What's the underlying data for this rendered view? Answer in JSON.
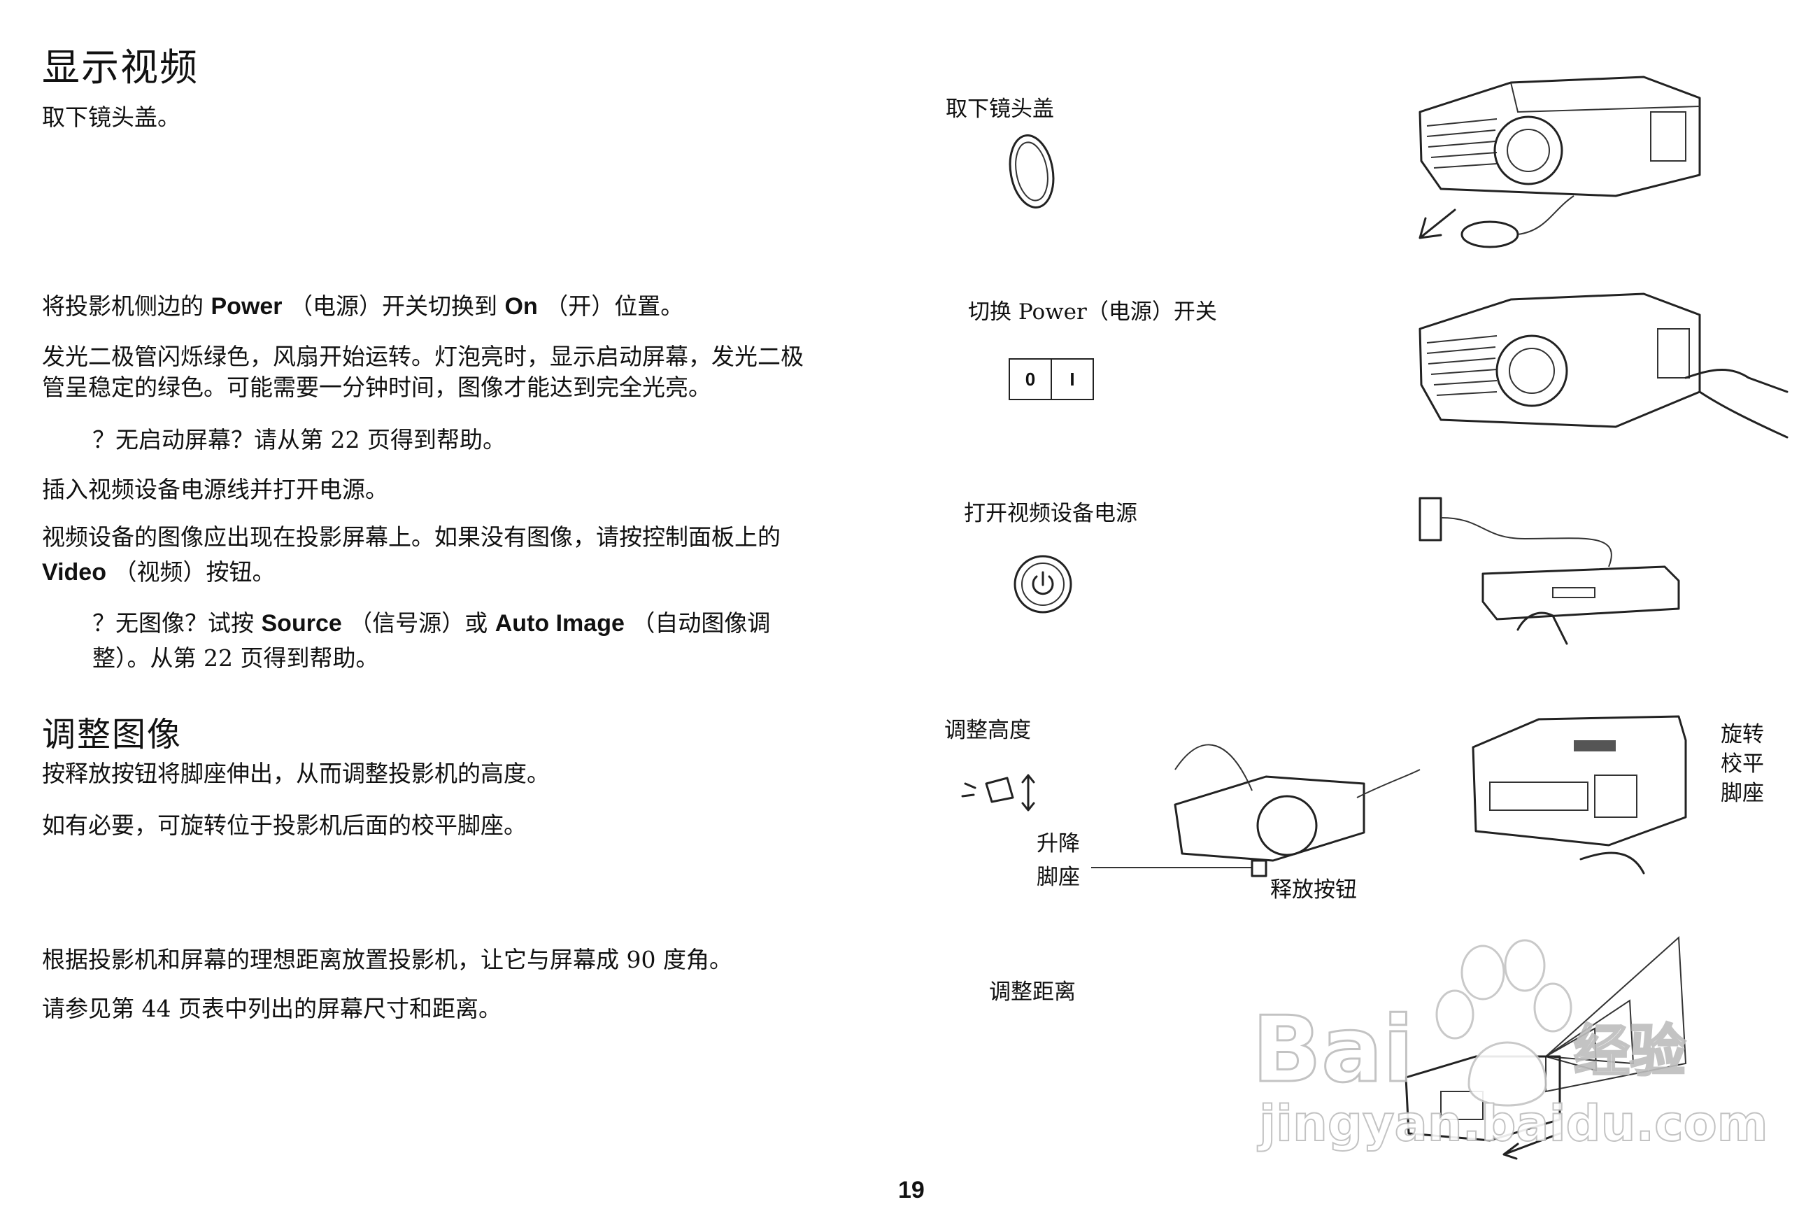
{
  "sections": {
    "display_video": {
      "title": "显示视频",
      "step1": "取下镜头盖。",
      "step2": {
        "pre": "将投影机侧边的 ",
        "b1": "Power",
        "mid": " （电源）开关切换到 ",
        "b2": "On",
        "post": " （开）位置。"
      },
      "step2_desc_line1": "发光二极管闪烁绿色，风扇开始运转。灯泡亮时，显示启动屏幕，发光二极",
      "step2_desc_line2": "管呈稳定的绿色。可能需要一分钟时间，图像才能达到完全光亮。",
      "note1": "？无启动屏幕？请从第  22 页得到帮助。",
      "step3": "插入视频设备电源线并打开电源。",
      "step3_desc_line1": "视频设备的图像应出现在投影屏幕上。如果没有图像，请按控制面板上的",
      "step3_desc_line2": {
        "b": "Video",
        "post": " （视频）按钮。"
      },
      "note2": {
        "pre": "？无图像？试按 ",
        "b1": "Source",
        "mid": " （信号源）或 ",
        "b2": "Auto Image",
        "post": " （自动图像调"
      },
      "note2_line2": "整）。从第  22 页得到帮助。"
    },
    "adjust_image": {
      "title": "调整图像",
      "step1": "按释放按钮将脚座伸出，从而调整投影机的高度。",
      "step2": "如有必要，可旋转位于投影机后面的校平脚座。",
      "step3": "根据投影机和屏幕的理想距离放置投影机，让它与屏幕成 90 度角。",
      "step4": "请参见第  44 页表中列出的屏幕尺寸和距离。"
    }
  },
  "figures": {
    "remove_lens_cap": "取下镜头盖",
    "switch_power": "切换 Power（电源）开关",
    "switch_labels": [
      "0",
      "I"
    ],
    "turn_on_video": "打开视频设备电源",
    "adjust_height": "调整高度",
    "elevator_foot": [
      "升降",
      "脚座"
    ],
    "release_button": "释放按钮",
    "leveling_foot": [
      "旋转",
      "校平",
      "脚座"
    ],
    "adjust_distance": "调整距离"
  },
  "watermark": {
    "brand": "Bai",
    "site": "jingyan.baidu.com",
    "cn": "经验"
  },
  "page_number": "19"
}
